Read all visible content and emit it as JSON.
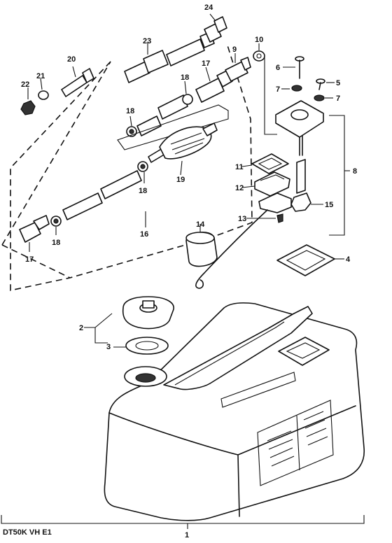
{
  "diagram": {
    "footer_code": "DT50K VH E1",
    "parts": [
      {
        "id": "p1",
        "label": "1"
      },
      {
        "id": "p2",
        "label": "2"
      },
      {
        "id": "p3",
        "label": "3"
      },
      {
        "id": "p4",
        "label": "4"
      },
      {
        "id": "p5",
        "label": "5"
      },
      {
        "id": "p6",
        "label": "6"
      },
      {
        "id": "p7a",
        "label": "7"
      },
      {
        "id": "p7b",
        "label": "7"
      },
      {
        "id": "p8",
        "label": "8"
      },
      {
        "id": "p9",
        "label": "9"
      },
      {
        "id": "p10",
        "label": "10"
      },
      {
        "id": "p11",
        "label": "11"
      },
      {
        "id": "p12",
        "label": "12"
      },
      {
        "id": "p13",
        "label": "13"
      },
      {
        "id": "p14",
        "label": "14"
      },
      {
        "id": "p15",
        "label": "15"
      },
      {
        "id": "p16",
        "label": "16"
      },
      {
        "id": "p17a",
        "label": "17"
      },
      {
        "id": "p17b",
        "label": "17"
      },
      {
        "id": "p18a",
        "label": "18"
      },
      {
        "id": "p18b",
        "label": "18"
      },
      {
        "id": "p18c",
        "label": "18"
      },
      {
        "id": "p18d",
        "label": "18"
      },
      {
        "id": "p19",
        "label": "19"
      },
      {
        "id": "p20",
        "label": "20"
      },
      {
        "id": "p21",
        "label": "21"
      },
      {
        "id": "p22",
        "label": "22"
      },
      {
        "id": "p23",
        "label": "23"
      },
      {
        "id": "p24",
        "label": "24"
      }
    ]
  }
}
